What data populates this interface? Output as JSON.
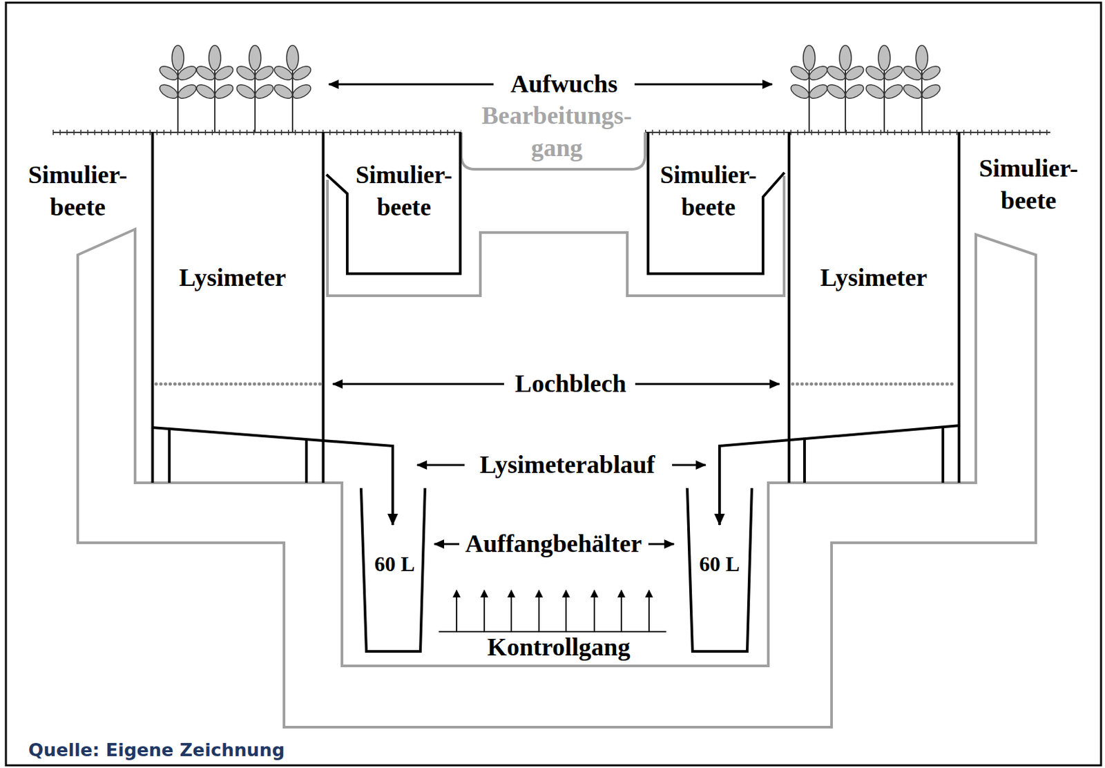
{
  "diagram": {
    "caption": "Quelle: Eigene Zeichnung",
    "nodes": [
      {
        "text": [
          "Simulier- beete"
        ]
      },
      {
        "text": [
          "Simulier- beete"
        ]
      },
      {
        "text": [
          "Lysimeter"
        ]
      },
      {
        "text": [
          "Lysimeter"
        ]
      },
      {
        "text": [
          "60 L"
        ]
      },
      {
        "text": [
          "60 L"
        ]
      }
    ],
    "edges": [
      {
        "from": 2,
        "to": 4,
        "arrow": "to"
      },
      {
        "from": 3,
        "to": 5,
        "arrow": "to"
      }
    ],
    "labels": [
      "Aufwuchs",
      "Bearbeitungs- gang",
      "Simulier- beete",
      "Simulier- beete",
      "Lochblech",
      "Lysimeterablauf",
      "Auffangbehälter",
      "Kontrollgang"
    ]
  }
}
